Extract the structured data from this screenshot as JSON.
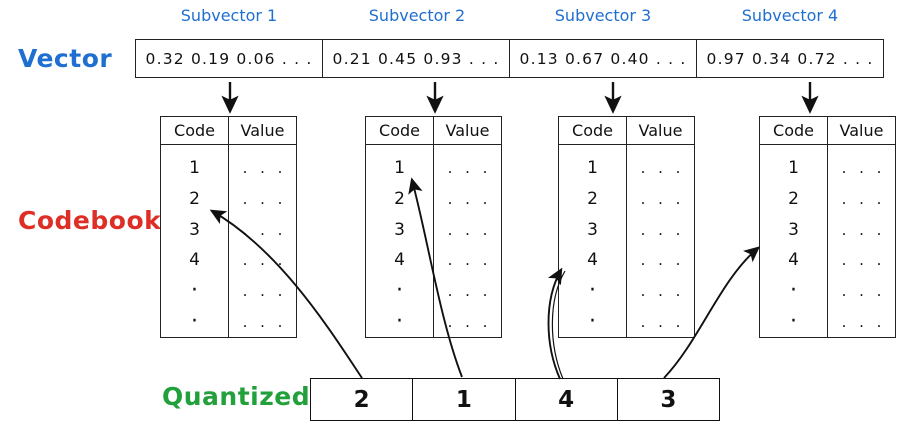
{
  "labels": {
    "vector": "Vector",
    "codebook": "Codebook",
    "quantized": "Quantized"
  },
  "colors": {
    "vector_blue": "#1f6fd0",
    "codebook_red": "#dd2f26",
    "quantized_green": "#22a03c",
    "ink": "#111111"
  },
  "subvector_captions": [
    "Subvector 1",
    "Subvector 2",
    "Subvector 3",
    "Subvector 4"
  ],
  "vector": {
    "cells": [
      "0.32  0.19  0.06 . . .",
      "0.21  0.45  0.93 . . .",
      "0.13  0.67  0.40 . . .",
      "0.97  0.34  0.72 . . ."
    ]
  },
  "codebook": {
    "headers": [
      "Code",
      "Value"
    ],
    "tables": [
      {
        "codes": [
          "1",
          "2",
          "3",
          "4",
          "·",
          "·"
        ],
        "values": [
          ". . .",
          ". . .",
          ". . .",
          ". . .",
          ". . .",
          ". . ."
        ],
        "highlighted_code": "2"
      },
      {
        "codes": [
          "1",
          "2",
          "3",
          "4",
          "·",
          "·"
        ],
        "values": [
          ". . .",
          ". . .",
          ". . .",
          ". . .",
          ". . .",
          ". . ."
        ],
        "highlighted_code": "1"
      },
      {
        "codes": [
          "1",
          "2",
          "3",
          "4",
          "·",
          "·"
        ],
        "values": [
          ". . .",
          ". . .",
          ". . .",
          ". . .",
          ". . .",
          ". . ."
        ],
        "highlighted_code": "4"
      },
      {
        "codes": [
          "1",
          "2",
          "3",
          "4",
          "·",
          "·"
        ],
        "values": [
          ". . .",
          ". . .",
          ". . .",
          ". . .",
          ". . .",
          ". . ."
        ],
        "highlighted_code": "3"
      }
    ]
  },
  "quantized": {
    "cells": [
      "2",
      "1",
      "4",
      "3"
    ]
  }
}
